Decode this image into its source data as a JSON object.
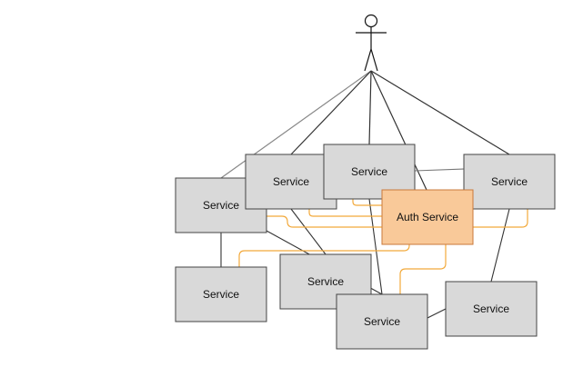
{
  "diagram": {
    "actor": {
      "name": "user-actor"
    },
    "nodes": [
      {
        "id": "s1",
        "label": "Service",
        "fill": "#d9d9d9"
      },
      {
        "id": "s2",
        "label": "Service",
        "fill": "#d9d9d9"
      },
      {
        "id": "s3",
        "label": "Service",
        "fill": "#d9d9d9"
      },
      {
        "id": "s4",
        "label": "Service",
        "fill": "#d9d9d9"
      },
      {
        "id": "auth",
        "label": "Auth Service",
        "fill": "#f9c999"
      },
      {
        "id": "s5",
        "label": "Service",
        "fill": "#d9d9d9"
      },
      {
        "id": "s6",
        "label": "Service",
        "fill": "#d9d9d9"
      },
      {
        "id": "s7",
        "label": "Service",
        "fill": "#d9d9d9"
      },
      {
        "id": "s8",
        "label": "Service",
        "fill": "#d9d9d9"
      }
    ],
    "colors": {
      "line": "#333333",
      "actor_line_light": "#888888",
      "auth_link": "#f2a93b",
      "node_stroke": "#444444",
      "auth_stroke": "#c9793a"
    }
  }
}
